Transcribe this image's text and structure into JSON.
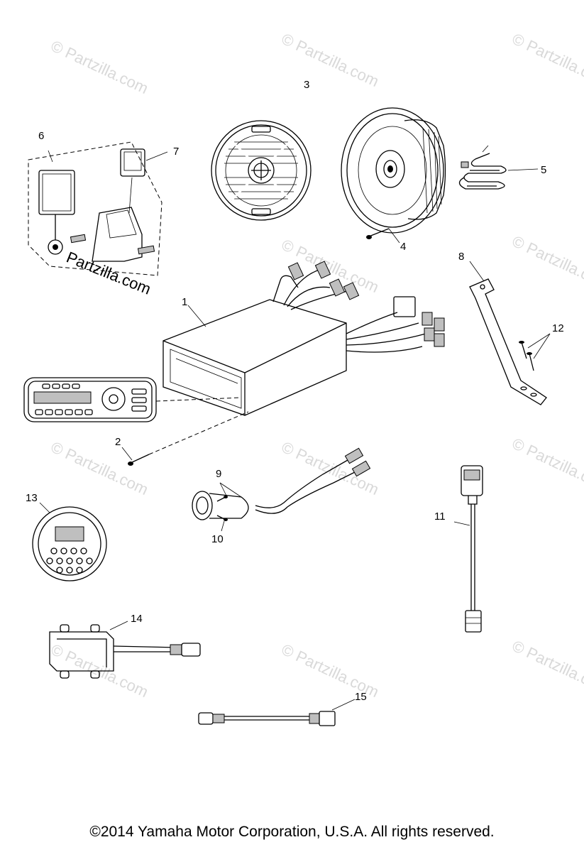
{
  "diagram": {
    "callouts": [
      "1",
      "2",
      "3",
      "4",
      "5",
      "6",
      "7",
      "8",
      "9",
      "10",
      "11",
      "12",
      "13",
      "14",
      "15"
    ],
    "watermark": "© Partzilla.com",
    "watermark_inline": "Partzilla.com"
  },
  "footer": {
    "copyright": "©2014  Yamaha Motor Corporation, U.S.A. All rights reserved."
  }
}
